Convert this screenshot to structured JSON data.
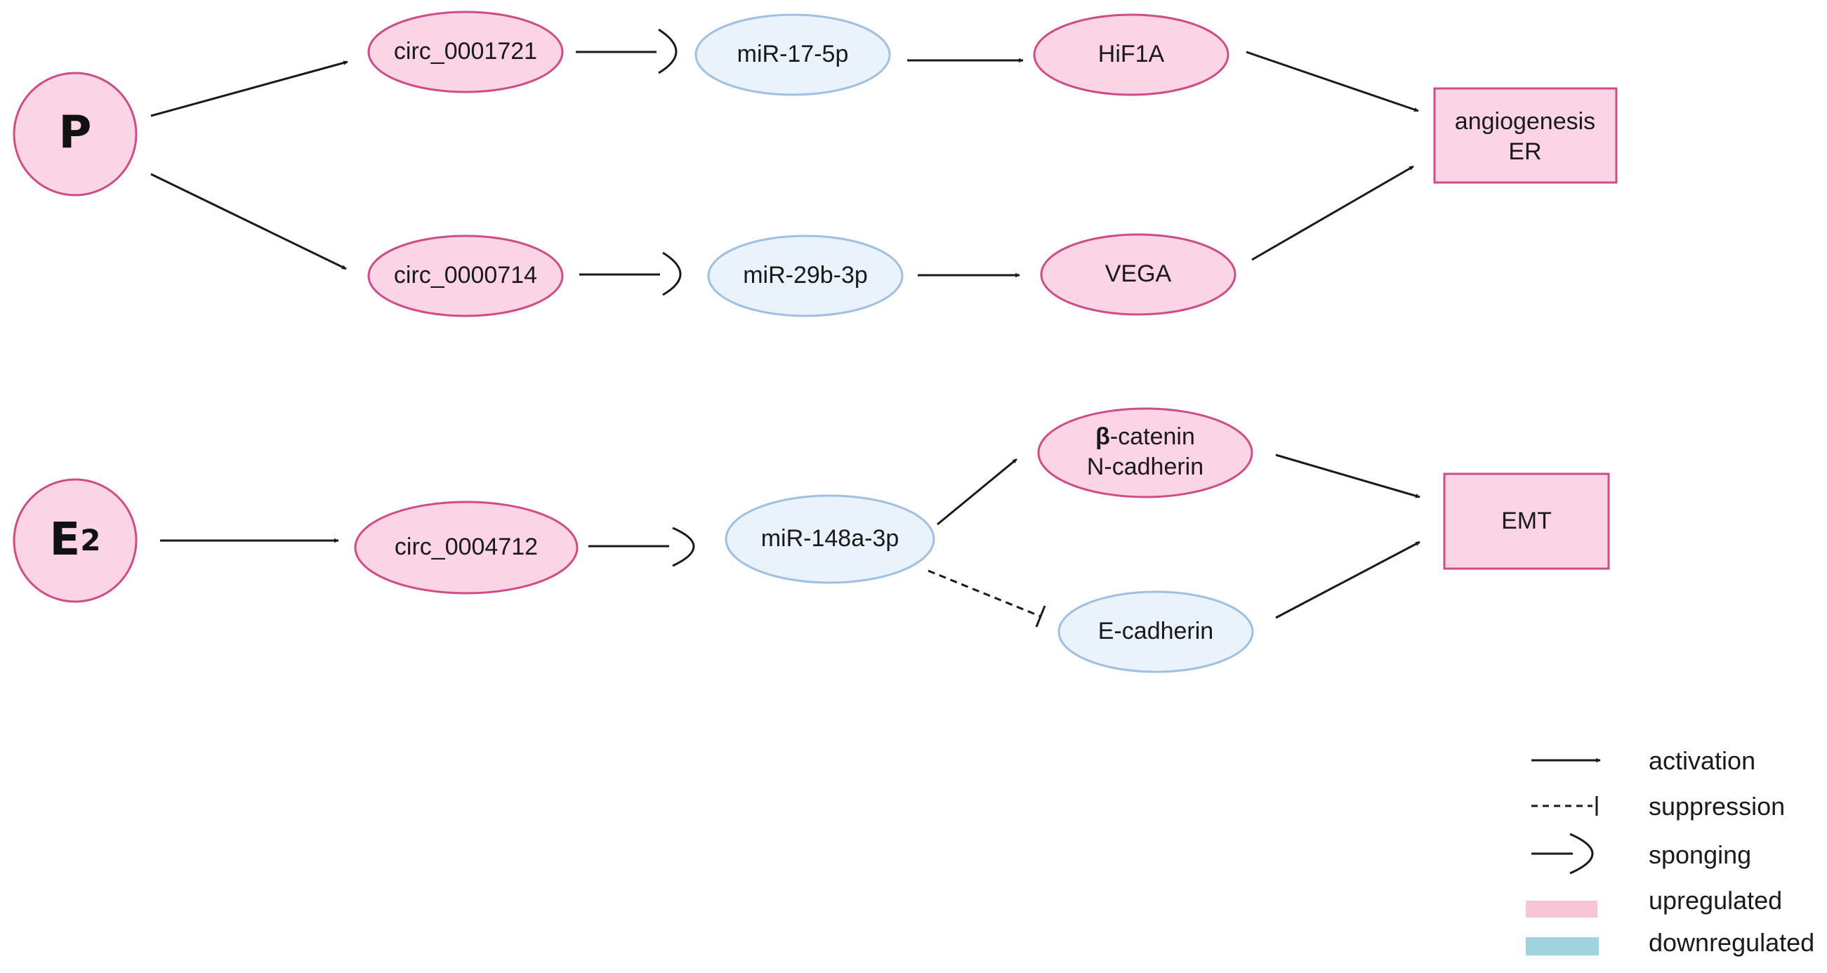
{
  "colors": {
    "up_fill": "#fbd5e6",
    "up_stroke": "#cf4c86",
    "down_fill": "#eaf3fb",
    "down_stroke": "#9fbfe3",
    "legend_up": "#f8c4d8",
    "legend_down": "#9fd3de",
    "line": "#1a1a1a"
  },
  "nodes": {
    "P": "P",
    "E2": "E",
    "E2_sub": "2",
    "circ_0001721": "circ_0001721",
    "mir_17_5p": "miR-17-5p",
    "hif1a": "HiF1A",
    "circ_0000714": "circ_0000714",
    "mir_29b_3p": "miR-29b-3p",
    "vega": "VEGA",
    "angio_line1": "angiogenesis",
    "angio_line2": "ER",
    "circ_0004712": "circ_0004712",
    "mir_148a_3p": "miR-148a-3p",
    "beta_symbol": "β",
    "beta_rest": "-catenin",
    "n_cadherin": "N-cadherin",
    "e_cadherin": "E-cadherin",
    "emt": "EMT"
  },
  "legend": {
    "activation": "activation",
    "suppression": "suppression",
    "sponging": "sponging",
    "upregulated": "upregulated",
    "downregulated": "downregulated"
  }
}
